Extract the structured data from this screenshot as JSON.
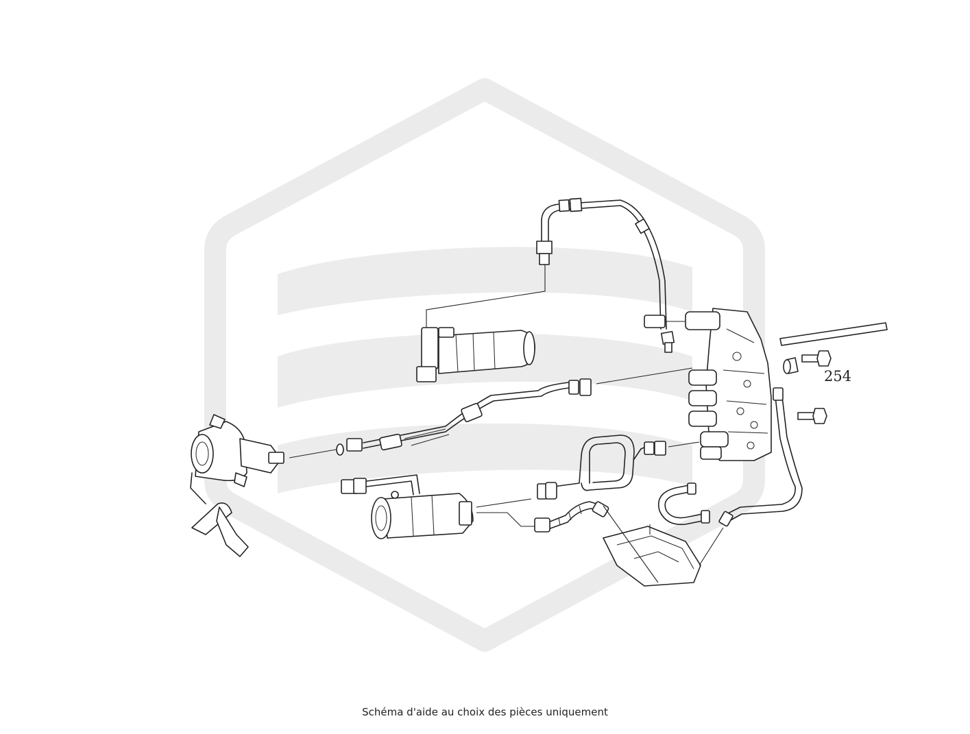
{
  "watermark": {
    "icon": "hexagon-logo",
    "color": "#ebebeb"
  },
  "diagram": {
    "part_labels": [
      {
        "text": "254"
      }
    ]
  },
  "caption": "Schéma d'aide au choix des pièces uniquement"
}
